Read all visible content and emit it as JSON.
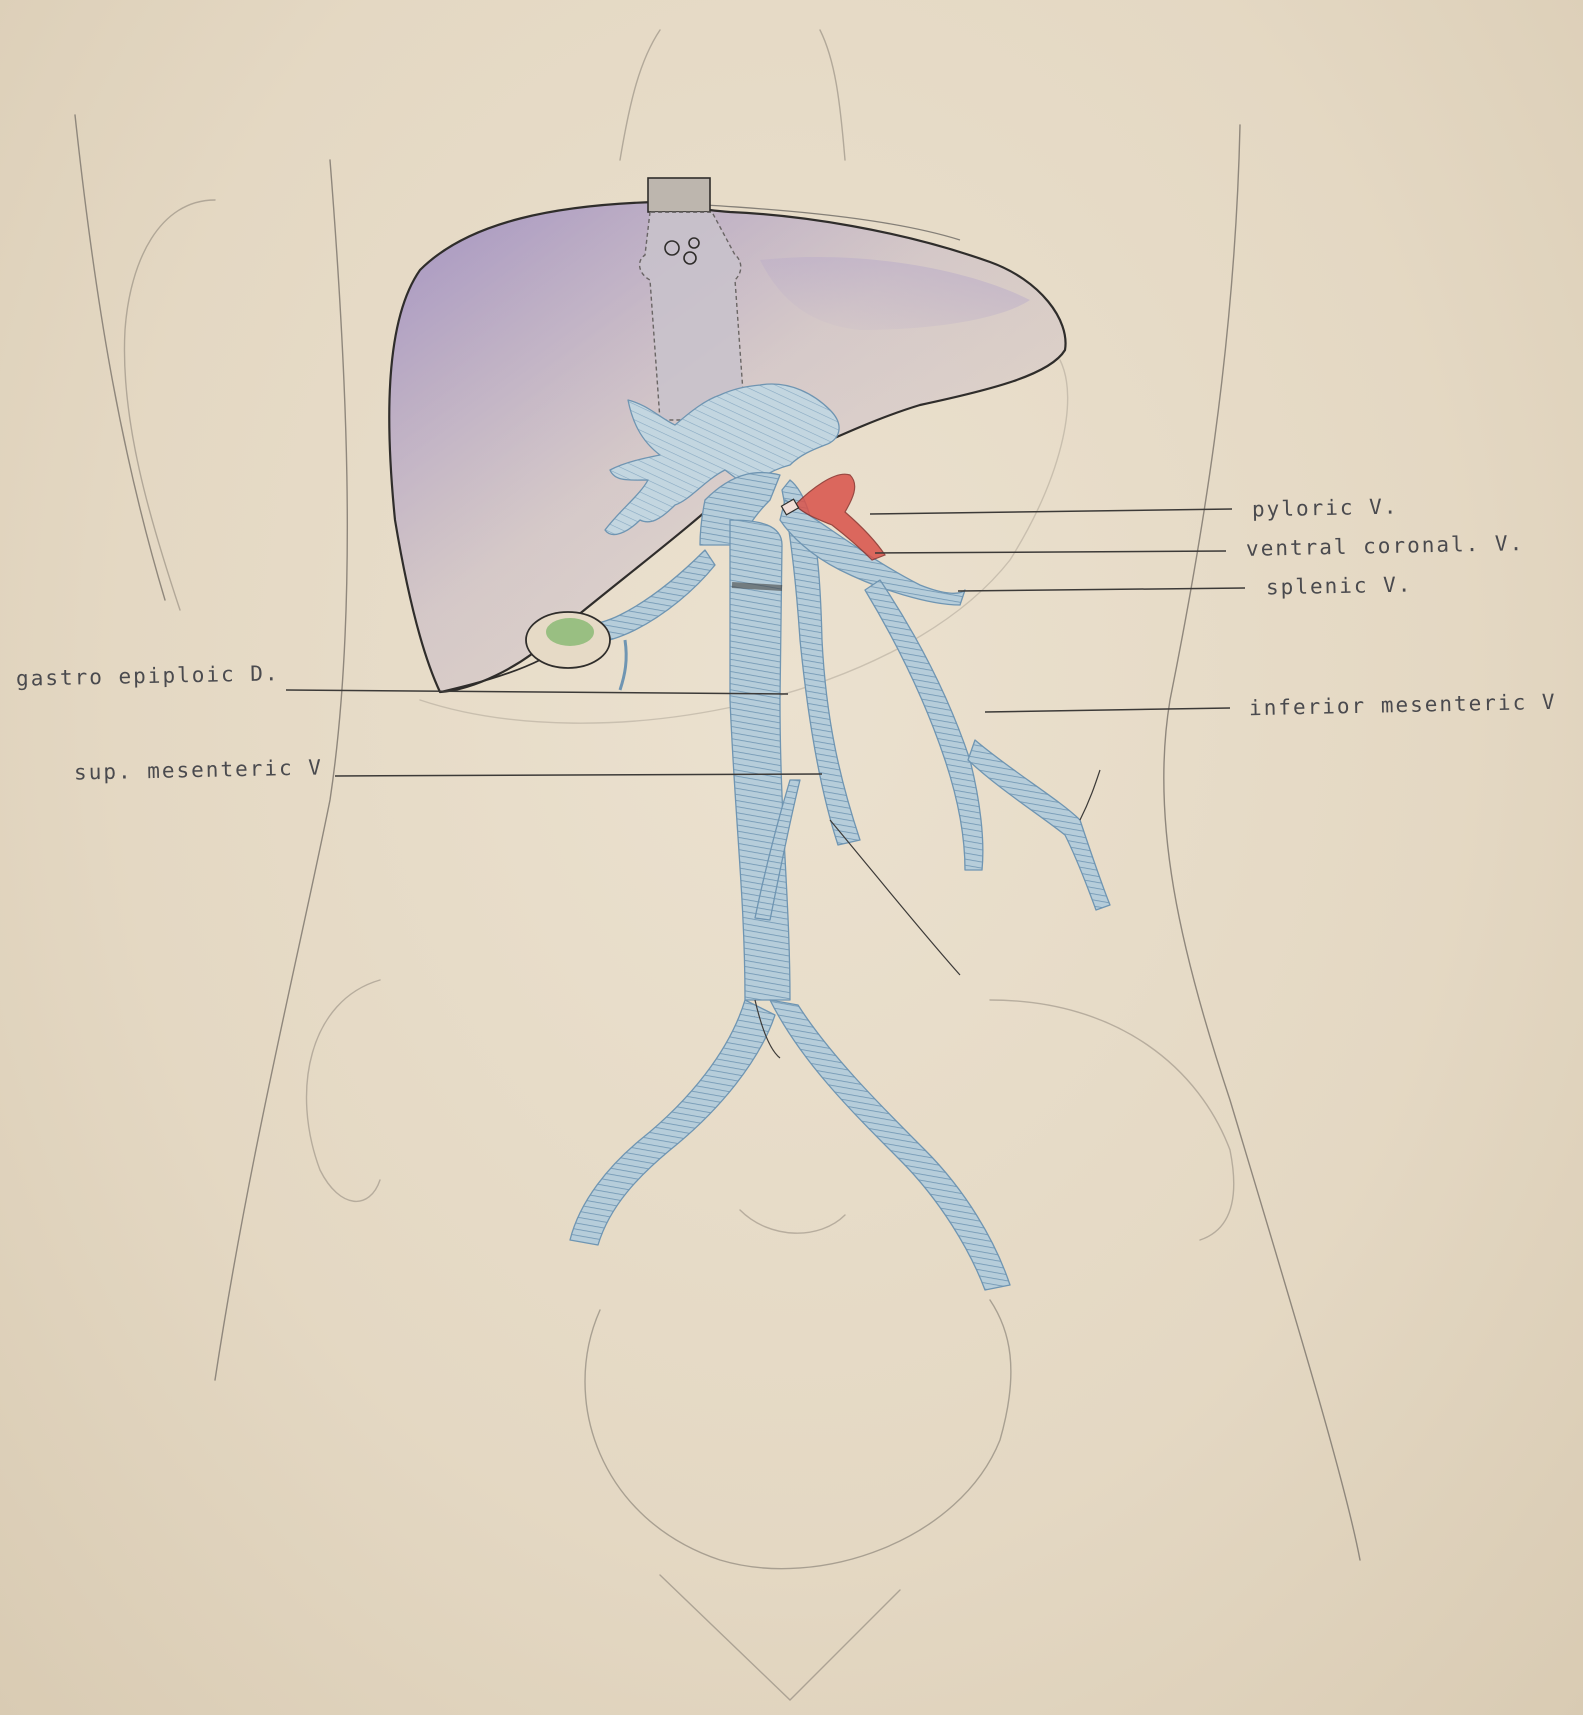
{
  "labels": {
    "pyloric": "pyloric V.",
    "ventral_coronal": "ventral coronal. V.",
    "splenic": "splenic V.",
    "inferior_mesenteric": "inferior mesenteric V",
    "gastro_epiploic": "gastro epiploic D.",
    "sup_mesenteric": "sup. mesenteric V"
  },
  "colors": {
    "paper": "#e6dac6",
    "pencil": "#3c3a38",
    "faint_pencil": "#9a9186",
    "vein_blue": "#a9c3d3",
    "vein_hatch": "#6f95b2",
    "liver_shade": "#9d8cc4",
    "pyloric_red": "#d9534a",
    "gallbladder_green": "#7fb56b"
  }
}
